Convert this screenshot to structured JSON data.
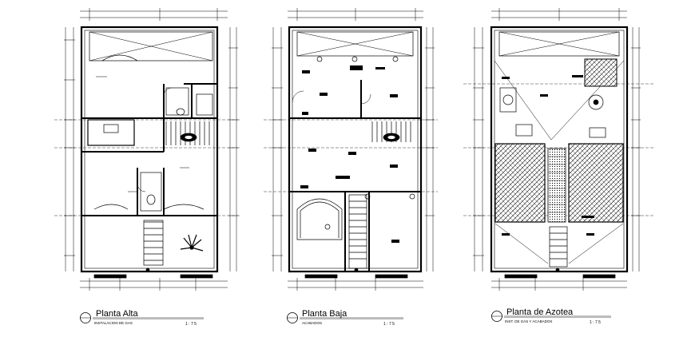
{
  "drawing": {
    "plans": [
      {
        "id": "alta",
        "title": "Planta Alta",
        "subtitle": "INSTALACION DE GAS",
        "scale": "1 : 7 5"
      },
      {
        "id": "baja",
        "title": "Planta Baja",
        "subtitle": "ACABADOS",
        "scale": "1 : 7 5"
      },
      {
        "id": "azotea",
        "title": "Planta de Azotea",
        "subtitle": "INST. DE GAS Y ACABADOS",
        "scale": "1 : 7 5"
      }
    ]
  },
  "colors": {
    "ink": "#000000",
    "paper": "#ffffff"
  }
}
